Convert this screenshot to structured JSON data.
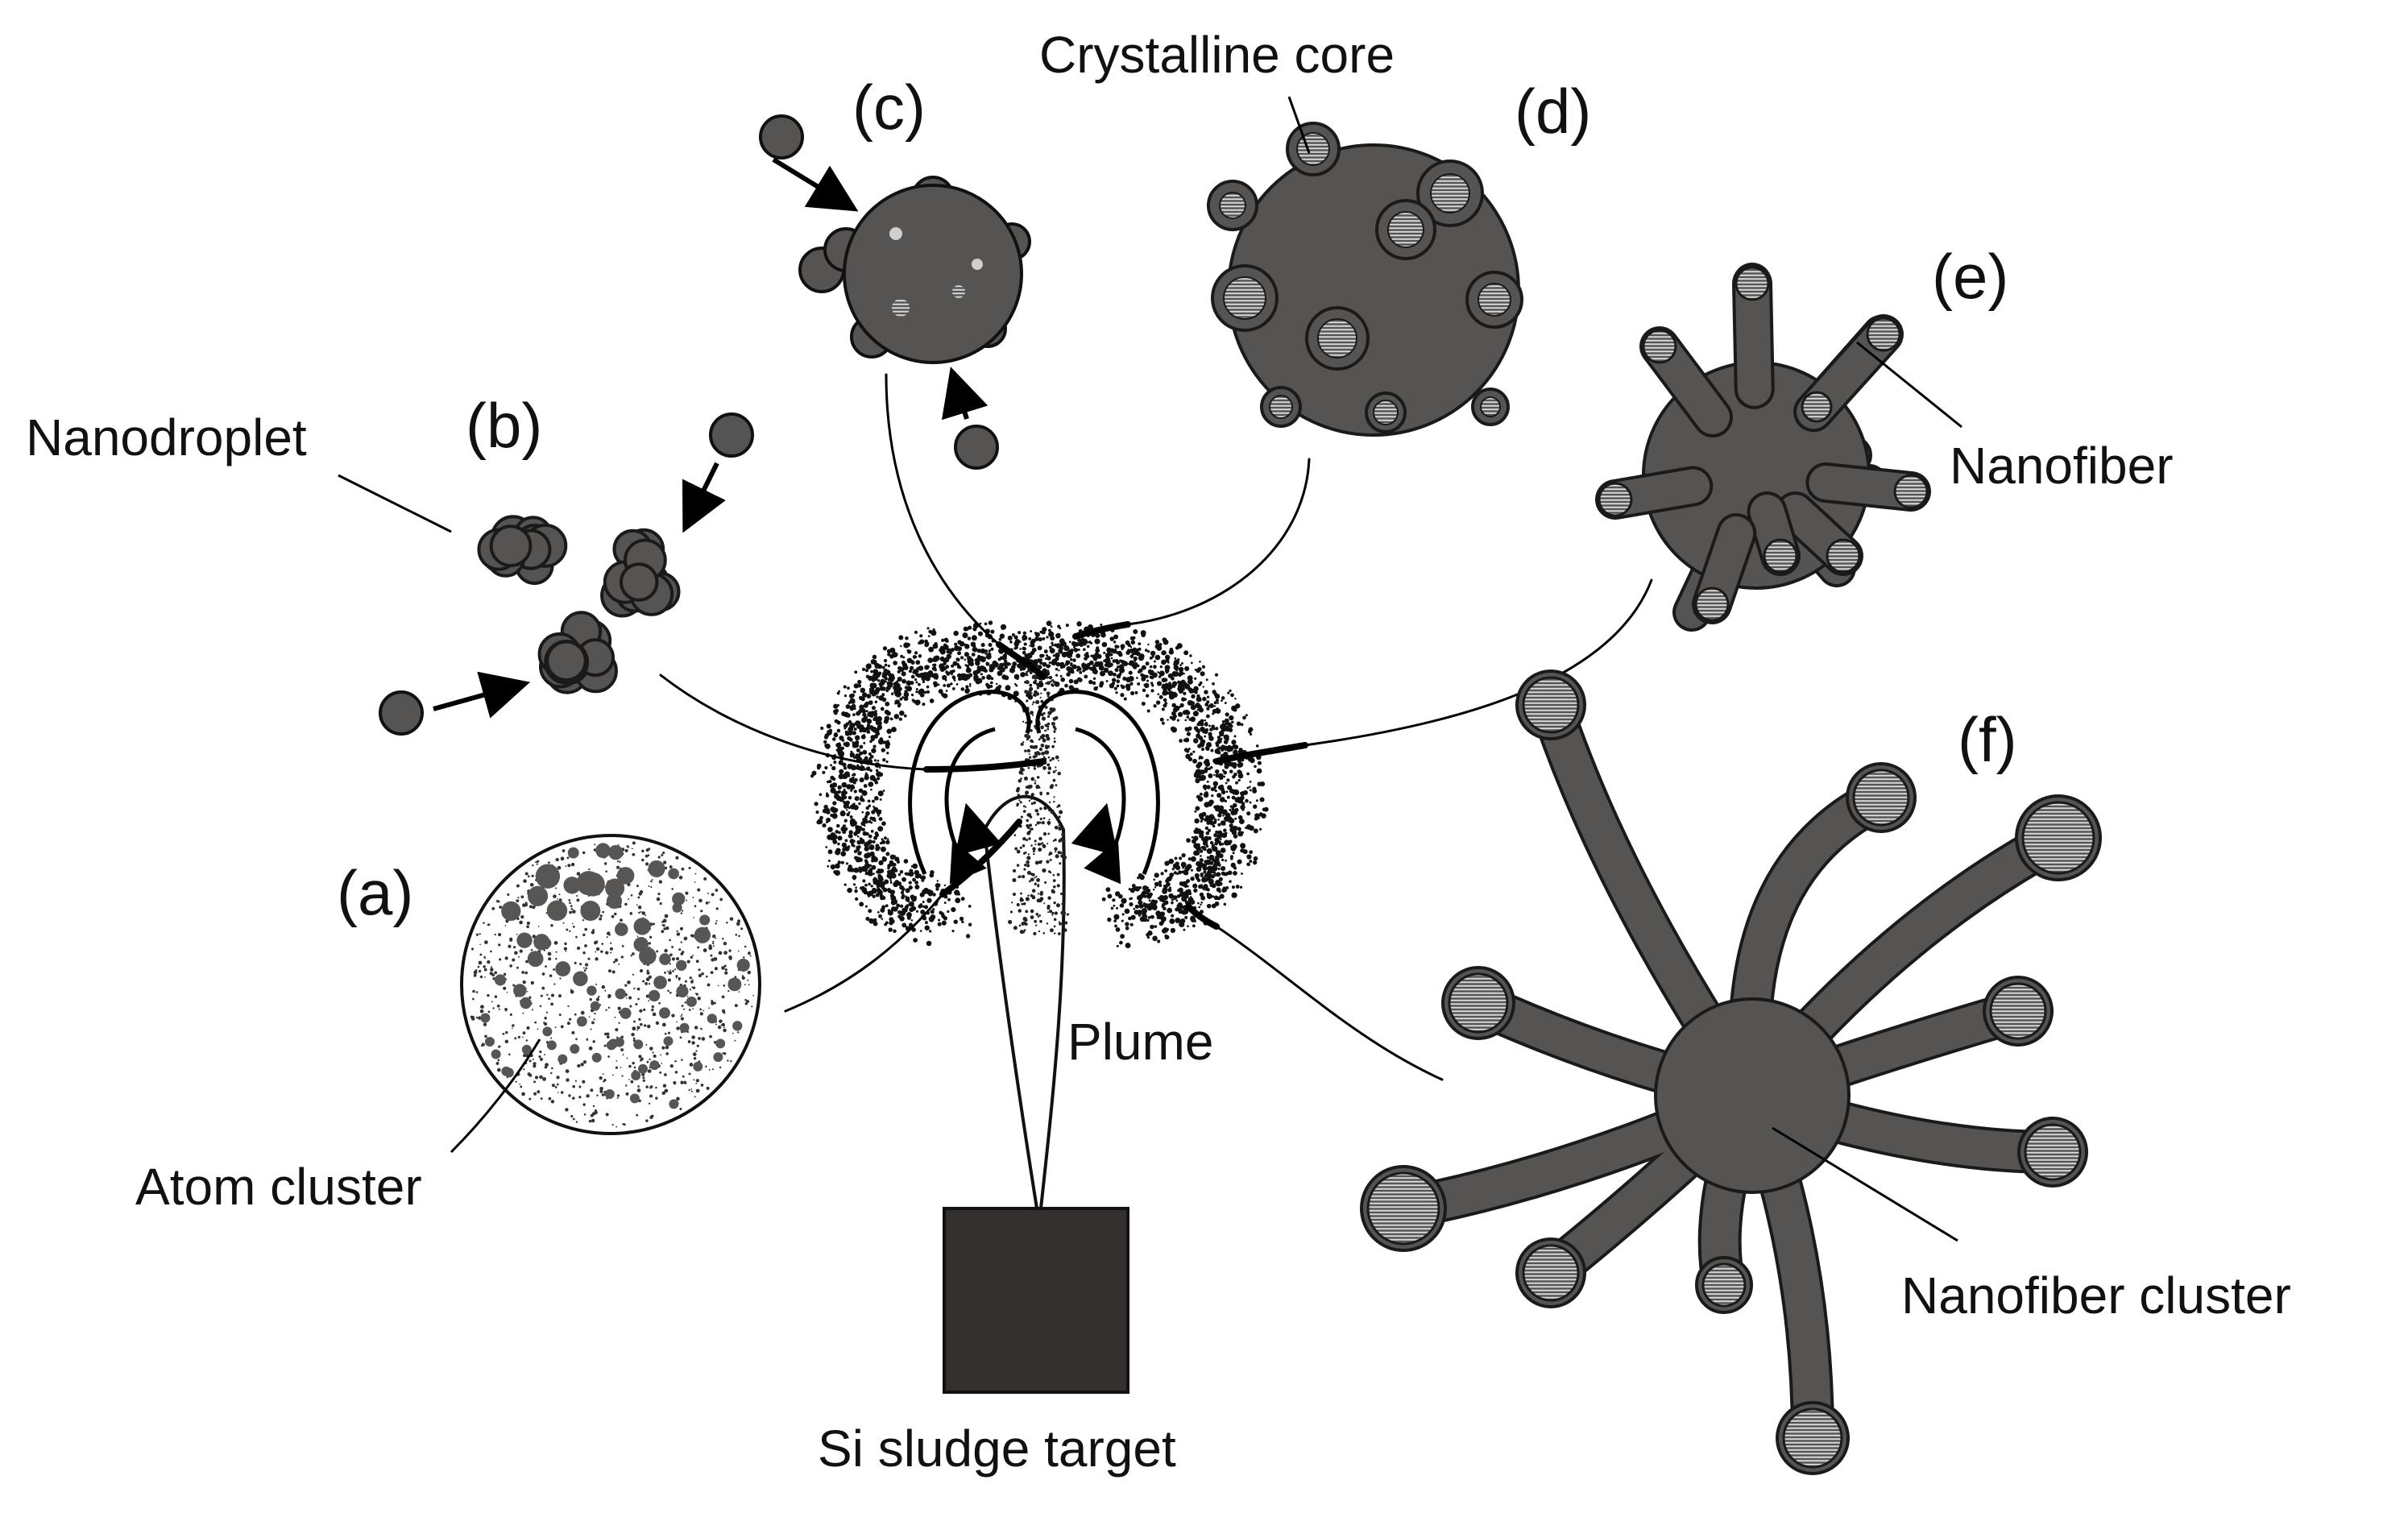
{
  "labels": {
    "a": "(a)",
    "b": "(b)",
    "c": "(c)",
    "d": "(d)",
    "e": "(e)",
    "f": "(f)",
    "nanodroplet": "Nanodroplet",
    "crystalline_core": "Crystalline core",
    "nanofiber": "Nanofiber",
    "nanofiber_cluster": "Nanofiber cluster",
    "atom_cluster": "Atom cluster",
    "plume": "Plume",
    "target": "Si sludge target"
  },
  "colors": {
    "particle_fill": "#565353",
    "particle_stroke": "#1a1a1a",
    "core_fill": "#d0d0d0",
    "target_fill": "#343030",
    "speckle": "#111111"
  }
}
